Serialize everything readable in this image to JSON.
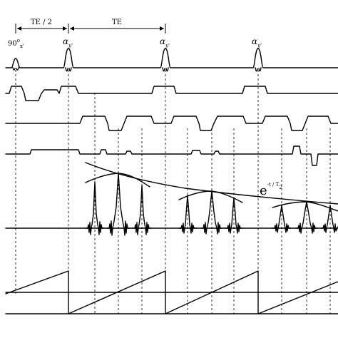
{
  "timing": {
    "te_half_label": "TE / 2",
    "te_label": "TE"
  },
  "pulses": {
    "first": {
      "main": "90",
      "sup": "o",
      "sub": "x'"
    },
    "refocus_main": "α",
    "refocus_sub": "y'"
  },
  "decay": {
    "base": "e",
    "exponent": "-t / T",
    "exponent_sub": "2"
  }
}
